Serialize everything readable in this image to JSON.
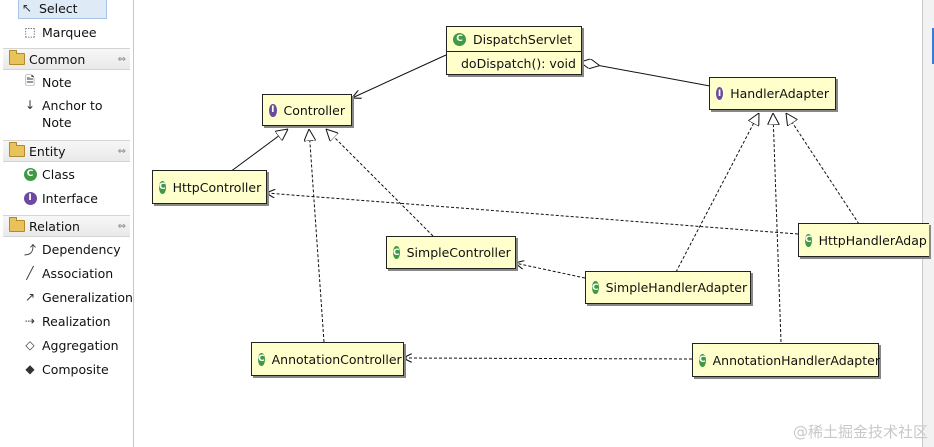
{
  "palette": {
    "tools": [
      {
        "label": "Select",
        "icon": "cursor-icon"
      },
      {
        "label": "Marquee",
        "icon": "marquee-icon"
      }
    ],
    "sections": [
      {
        "title": "Common",
        "items": [
          {
            "label": "Note"
          },
          {
            "label": "Anchor to Note"
          }
        ]
      },
      {
        "title": "Entity",
        "items": [
          {
            "label": "Class"
          },
          {
            "label": "Interface"
          }
        ]
      },
      {
        "title": "Relation",
        "items": [
          {
            "label": "Dependency"
          },
          {
            "label": "Association"
          },
          {
            "label": "Generalization"
          },
          {
            "label": "Realization"
          },
          {
            "label": "Aggregation"
          },
          {
            "label": "Composite"
          }
        ]
      }
    ]
  },
  "diagram": {
    "dispatch": {
      "name": "DispatchServlet",
      "method": "doDispatch(): void"
    },
    "controller": {
      "name": "Controller"
    },
    "handlerAdapter": {
      "name": "HandlerAdapter"
    },
    "httpController": {
      "name": "HttpController"
    },
    "simpleController": {
      "name": "SimpleController"
    },
    "annotationController": {
      "name": "AnnotationController"
    },
    "httpHandlerAdapter": {
      "name": "HttpHandlerAdap"
    },
    "simpleHandlerAdapter": {
      "name": "SimpleHandlerAdapter"
    },
    "annotationHandlerAdapter": {
      "name": "AnnotationHandlerAdapter"
    }
  },
  "colors": {
    "class_fill": "#ffffcc",
    "class_icon": "#3f9a43",
    "interface_icon": "#6b4aa0"
  },
  "watermark": "@稀土掘金技术社区"
}
